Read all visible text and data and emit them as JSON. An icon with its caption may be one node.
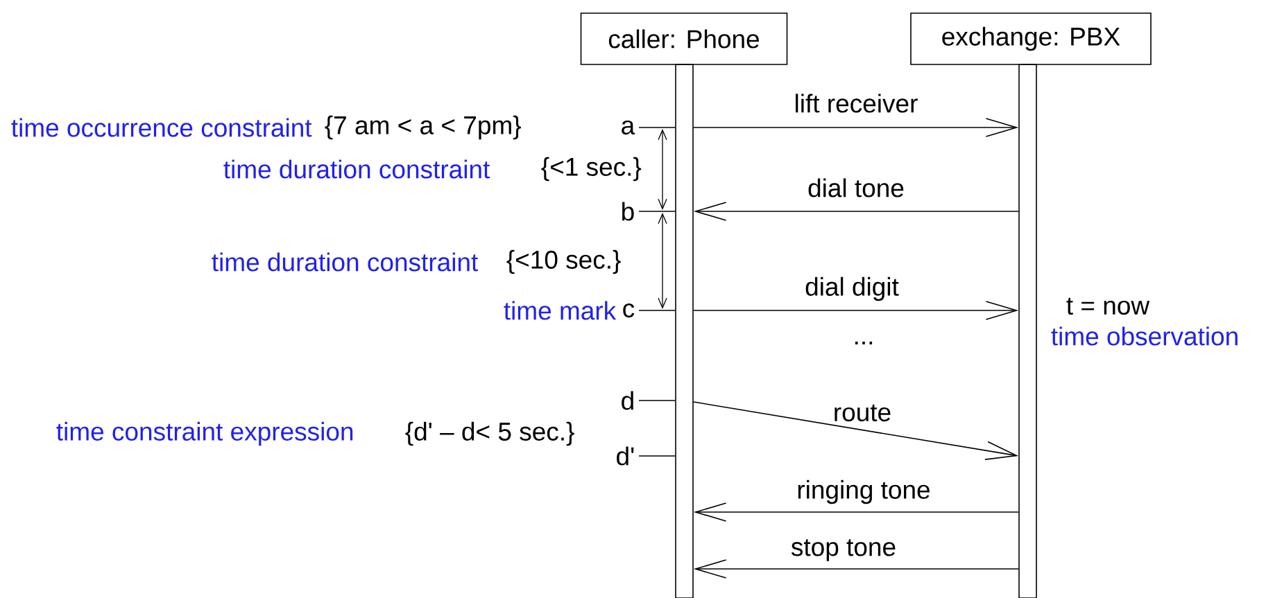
{
  "diagram": {
    "nodes": [
      {
        "text": [
          "caller: Phone"
        ]
      },
      {
        "text": [
          "exchange: PBX"
        ]
      },
      {
        "text": [],
        "shape": "bar"
      },
      {
        "text": [],
        "shape": "bar"
      },
      {
        "text": [
          "a"
        ]
      },
      {
        "text": [
          "b"
        ]
      },
      {
        "text": [
          "c"
        ]
      },
      {
        "text": [
          "d"
        ]
      },
      {
        "text": [
          "d'"
        ]
      }
    ],
    "edges": [
      {
        "from": 2,
        "to": 3,
        "arrow": "to",
        "label": "lift receiver"
      },
      {
        "from": 3,
        "to": 2,
        "arrow": "to",
        "label": "dial tone"
      },
      {
        "from": 2,
        "to": 3,
        "arrow": "to",
        "label": "dial digit"
      },
      {
        "from": 2,
        "to": 3,
        "arrow": "to",
        "label": "route"
      },
      {
        "from": 3,
        "to": 2,
        "arrow": "to",
        "label": "ringing tone"
      },
      {
        "from": 3,
        "to": 2,
        "arrow": "to",
        "label": "stop tone"
      },
      {
        "from": 4,
        "to": 2,
        "arrow": "none"
      },
      {
        "from": 5,
        "to": 2,
        "arrow": "none"
      },
      {
        "from": 6,
        "to": 2,
        "arrow": "none"
      },
      {
        "from": 7,
        "to": 2,
        "arrow": "none"
      },
      {
        "from": 8,
        "to": 2,
        "arrow": "none"
      }
    ],
    "labels": [
      "time occurrence constraint",
      "{7 am < a < 7pm}",
      "time duration constraint",
      "{<1 sec.}",
      "time duration constraint",
      "{<10 sec.}",
      "time mark",
      "t = now",
      "time observation",
      "...",
      "time constraint expression",
      "{d' – d< 5 sec.}"
    ]
  }
}
